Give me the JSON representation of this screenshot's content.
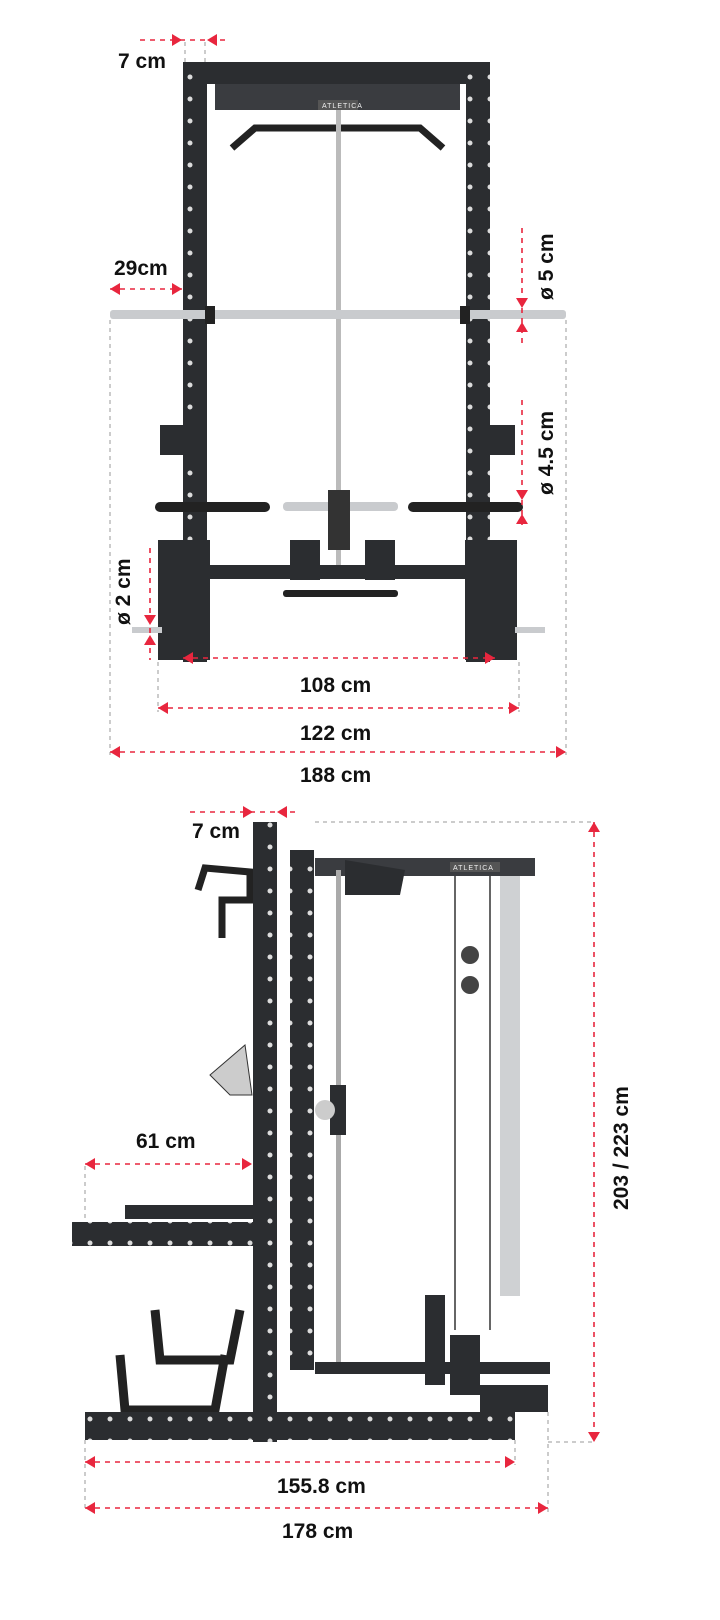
{
  "brand": "ATLETICA",
  "accent_color": "#e8263e",
  "front_view": {
    "dimensions": {
      "upright_width": "7 cm",
      "sleeve_length": "29cm",
      "bar_diameter": "ø 5 cm",
      "storage_pin_diameter": "ø 4.5 cm",
      "plate_pin_diameter": "ø 2 cm",
      "inner_width": "108 cm",
      "base_width": "122 cm",
      "total_width_with_bar": "188 cm"
    }
  },
  "side_view": {
    "dimensions": {
      "upright_width": "7 cm",
      "safety_arm_length": "61 cm",
      "height": "203 / 223 cm",
      "base_length": "155.8 cm",
      "total_length": "178 cm"
    }
  }
}
